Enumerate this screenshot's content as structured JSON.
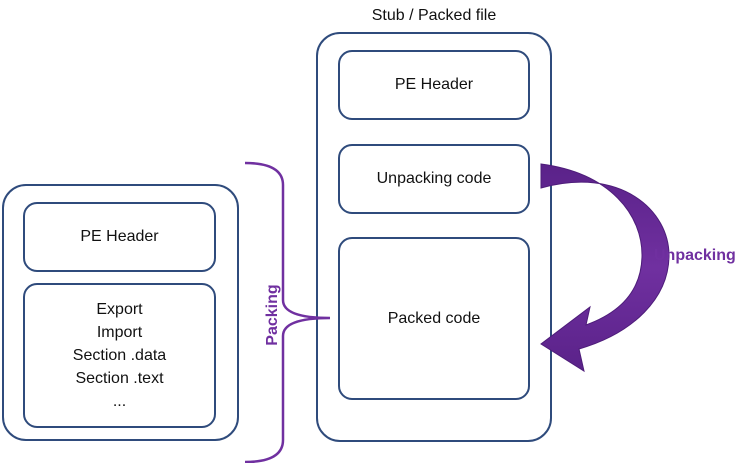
{
  "packed": {
    "title": "Stub / Packed file",
    "pe_header": "PE Header",
    "unpacking_code": "Unpacking code",
    "packed_code": "Packed code"
  },
  "original": {
    "pe_header": "PE Header",
    "sections": [
      "Export",
      "Import",
      "Section .data",
      "Section .text",
      "..."
    ]
  },
  "arrows": {
    "unpacking": "Unpacking",
    "packing": "Packing"
  },
  "colors": {
    "box_border": "#2F4B7C",
    "accent": "#7030A0"
  }
}
